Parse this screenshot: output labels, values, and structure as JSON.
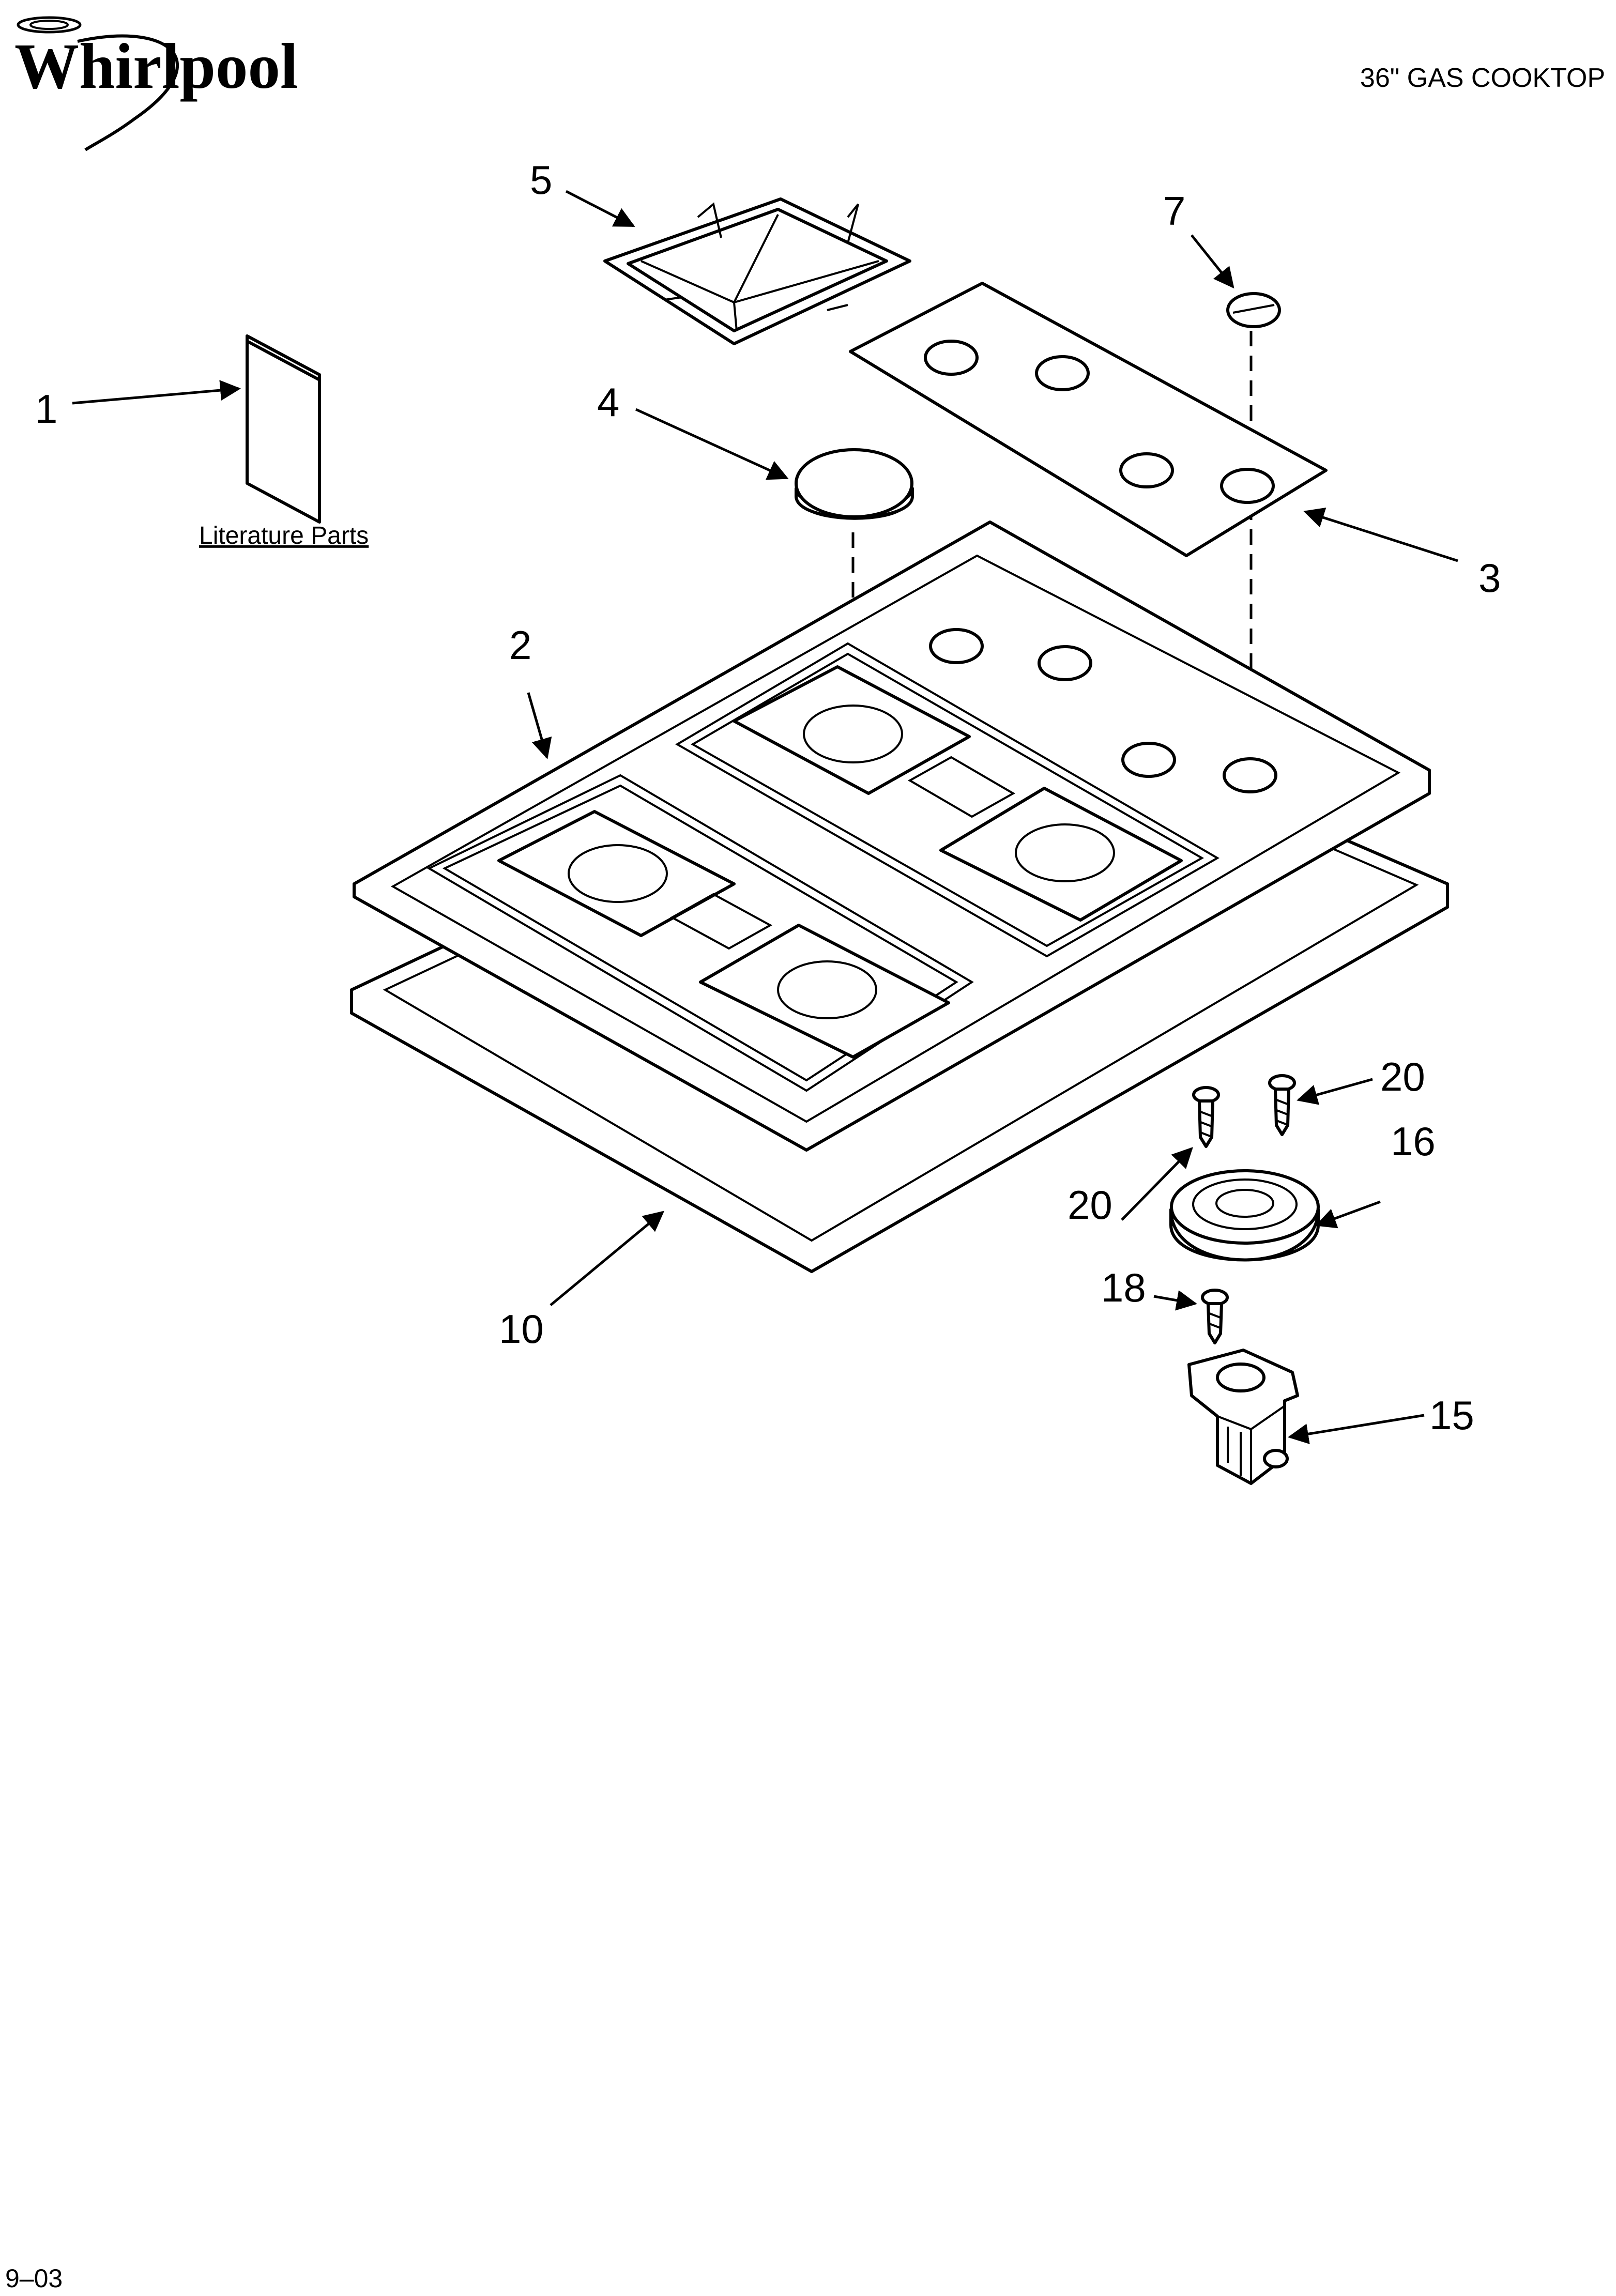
{
  "header": {
    "brand": "Whirlpool",
    "title": "36\" GAS COOKTOP"
  },
  "callouts": {
    "c1": "1",
    "c2": "2",
    "c3": "3",
    "c4": "4",
    "c5": "5",
    "c7": "7",
    "c10": "10",
    "c15": "15",
    "c16": "16",
    "c18": "18",
    "c20a": "20",
    "c20b": "20"
  },
  "literature_label": "Literature Parts",
  "footer": {
    "date_code": "9–03"
  }
}
